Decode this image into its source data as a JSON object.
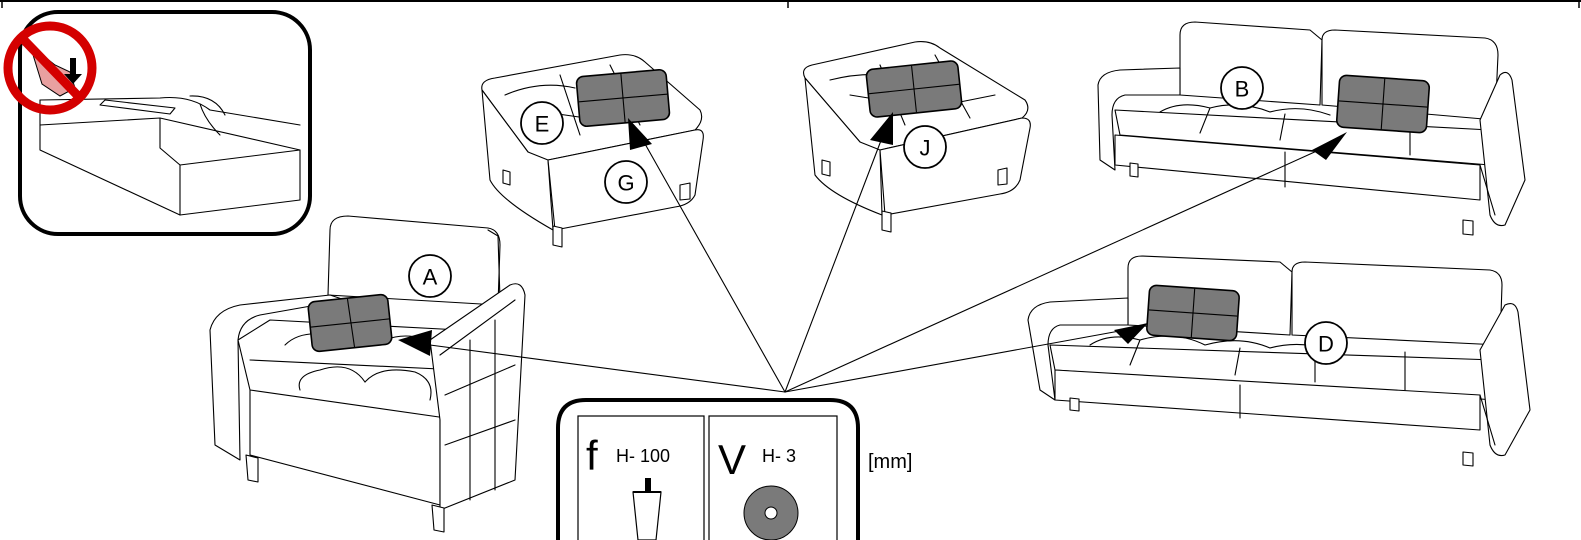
{
  "labels": {
    "a": "A",
    "b": "B",
    "d": "D",
    "e": "E",
    "g": "G",
    "j": "J"
  },
  "parts": {
    "f": {
      "letter": "f",
      "spec": "H- 100",
      "icon": "leg-icon"
    },
    "v": {
      "letter": "V",
      "spec": "H- 3",
      "icon": "felt-pad-icon"
    },
    "unit": "[mm]"
  },
  "warning": {
    "icon": "no-hand-icon"
  },
  "colors": {
    "pad_fill": "#7a7a7a",
    "line": "#000000",
    "background": "#ffffff"
  }
}
